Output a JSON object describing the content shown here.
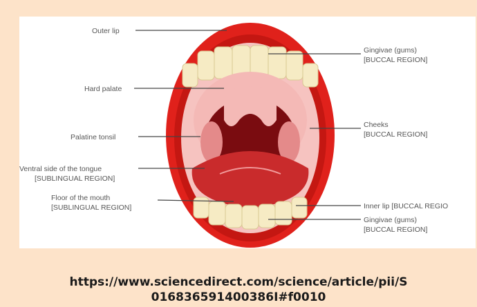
{
  "diagram": {
    "labels": {
      "outer_lip": "Outer lip",
      "hard_palate": "Hard palate",
      "palatine_tonsil": "Palatine tonsil",
      "ventral_tongue": "Ventral side of the tongue",
      "ventral_tongue_region": "[SUBLINGUAL REGION]",
      "floor_mouth": "Floor of the mouth",
      "floor_mouth_region": "[SUBLINGUAL REGION]",
      "gingivae_top": "Gingivae (gums)",
      "gingivae_top_region": "[BUCCAL REGION]",
      "cheeks": "Cheeks",
      "cheeks_region": "[BUCCAL REGION]",
      "inner_lip": "Inner lip [BUCCAL REGIO",
      "gingivae_bottom": "Gingivae (gums)",
      "gingivae_bottom_region": "[BUCCAL REGION]"
    },
    "colors": {
      "lip": "#e0211b",
      "lip_dark": "#b9140f",
      "teeth": "#f6ebc4",
      "gum_inner": "#f3a7a7",
      "throat": "#7a0c10",
      "tongue": "#c92b2c",
      "palate": "#f4b9b6"
    }
  },
  "caption": {
    "line1": "https://www.sciencedirect.com/science/article/pii/S",
    "line2": "016836591400386I#f0010"
  }
}
